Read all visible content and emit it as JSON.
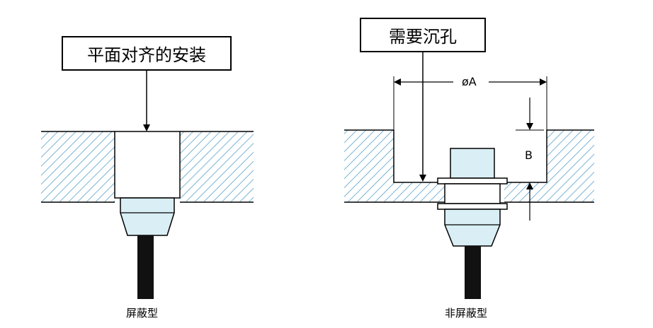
{
  "colors": {
    "hatch": "#5aa0c8",
    "sensor_face": "#d9eef5",
    "cable": "#111111",
    "line": "#000000"
  },
  "shielded": {
    "callout": "平面对齐的安装",
    "caption": "屏蔽型"
  },
  "unshielded": {
    "callout": "需要沉孔",
    "caption": "非屏蔽型",
    "dimension_a": "øA",
    "dimension_b": "B"
  }
}
